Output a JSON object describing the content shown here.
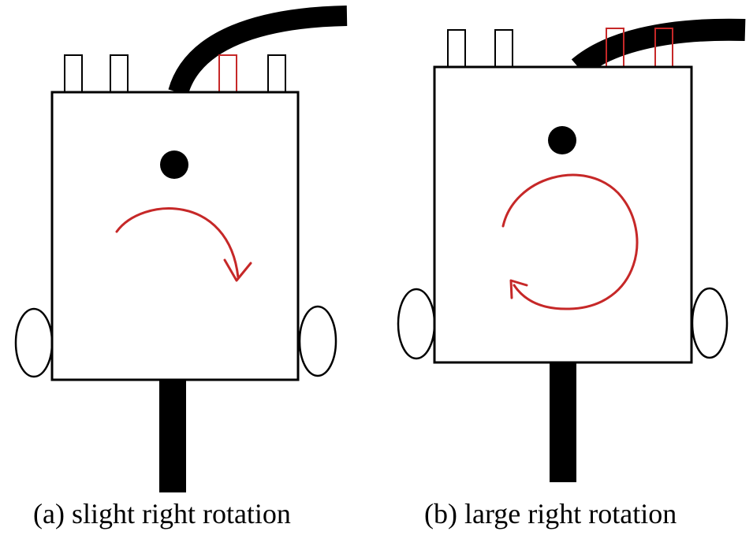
{
  "captions": {
    "a": "(a) slight right rotation",
    "b": "(b) large right rotation"
  },
  "colors": {
    "outline": "#000000",
    "highlight": "#c62828",
    "background": "#ffffff"
  },
  "icons": {
    "rotation_slight": "curved-arrow-clockwise-partial",
    "rotation_large": "circular-arrow-clockwise-full"
  }
}
